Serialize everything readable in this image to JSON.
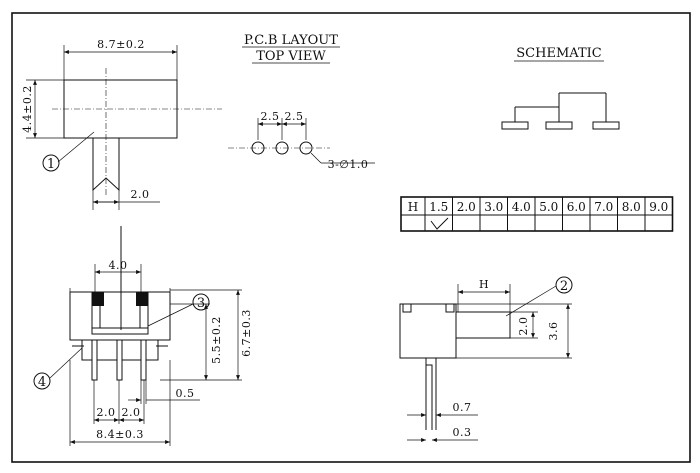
{
  "titles": {
    "pcb_layout": "P.C.B LAYOUT",
    "top_view": "TOP VIEW",
    "schematic": "SCHEMATIC"
  },
  "top_view": {
    "width_dim": "8.7±0.2",
    "height_dim": "4.4±0.2",
    "lever_dim": "2.0",
    "callout_1": "1"
  },
  "pcb": {
    "pitch_1": "2.5",
    "pitch_2": "2.5",
    "hole_note": "3-∅1.0"
  },
  "height_table": {
    "header": "H",
    "values": [
      "1.5",
      "2.0",
      "3.0",
      "4.0",
      "5.0",
      "6.0",
      "7.0",
      "8.0",
      "9.0"
    ],
    "checked_value": "1.5"
  },
  "front_view": {
    "top_dim": "4.0",
    "height_inner": "5.5±0.2",
    "height_outer": "6.7±0.3",
    "pitch_left": "2.0",
    "pitch_right": "2.0",
    "pin_dim": "0.5",
    "width_dim": "8.4±0.3",
    "callout_3": "3",
    "callout_4": "4"
  },
  "side_view": {
    "h_label": "H",
    "dim_2_0": "2.0",
    "dim_3_6": "3.6",
    "dim_0_7": "0.7",
    "dim_0_3": "0.3",
    "callout_2": "2"
  }
}
